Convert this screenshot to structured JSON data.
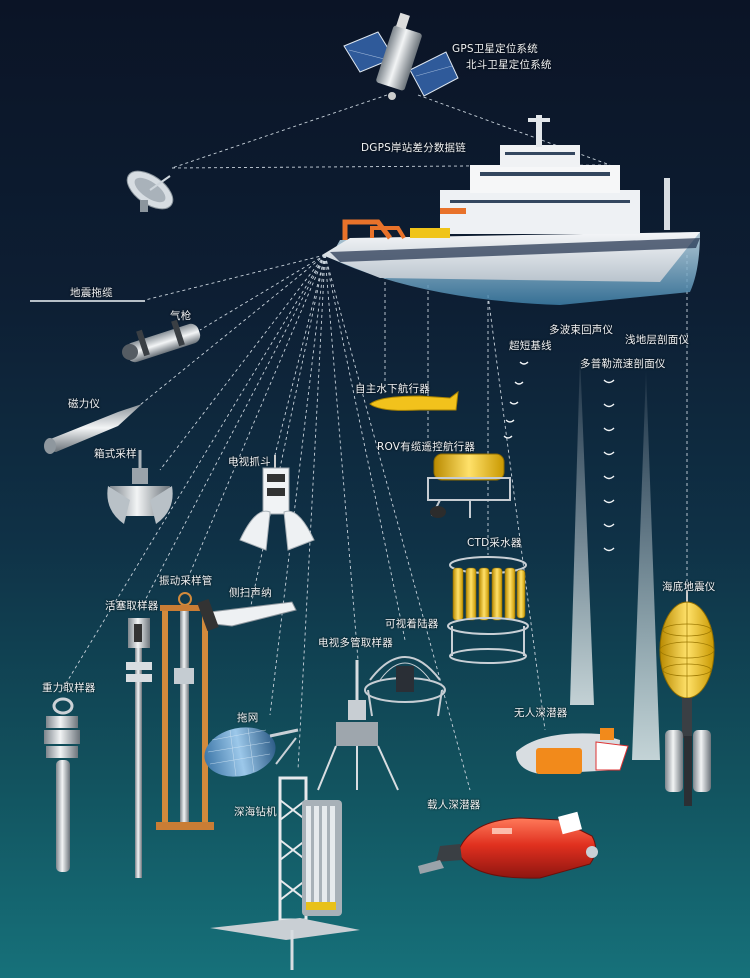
{
  "labels": {
    "gps": "GPS卫星定位系统",
    "beidou": "北斗卫星定位系统",
    "dgps": "DGPS岸站差分数据链",
    "seismic_streamer": "地震拖缆",
    "air_gun": "气枪",
    "magnetometer": "磁力仪",
    "box_sampler": "箱式采样",
    "tv_grab": "电视抓斗",
    "auv": "自主水下航行器",
    "rov": "ROV有缆遥控航行器",
    "usbl": "超短基线",
    "multibeam": "多波束回声仪",
    "sub_bottom_profiler": "浅地层剖面仪",
    "adcp": "多普勒流速剖面仪",
    "ctd": "CTD采水器",
    "vibro_corer": "振动采样管",
    "sidescan_sonar": "侧扫声纳",
    "piston_corer": "活塞取样器",
    "gravity_corer": "重力取样器",
    "tv_multicorer": "电视多管取样器",
    "visual_lander": "可视着陆器",
    "trawl": "拖网",
    "unmanned_sub": "无人深潜器",
    "obs": "海底地震仪",
    "deep_sea_drill": "深海钻机",
    "manned_sub": "载人深潜器"
  },
  "colors": {
    "bg_top": "#0b1426",
    "bg_bottom": "#16717a",
    "dash_line": "#c9d3dc",
    "hull_red": "#d8302a",
    "instrument_yellow": "#f2c21c"
  }
}
